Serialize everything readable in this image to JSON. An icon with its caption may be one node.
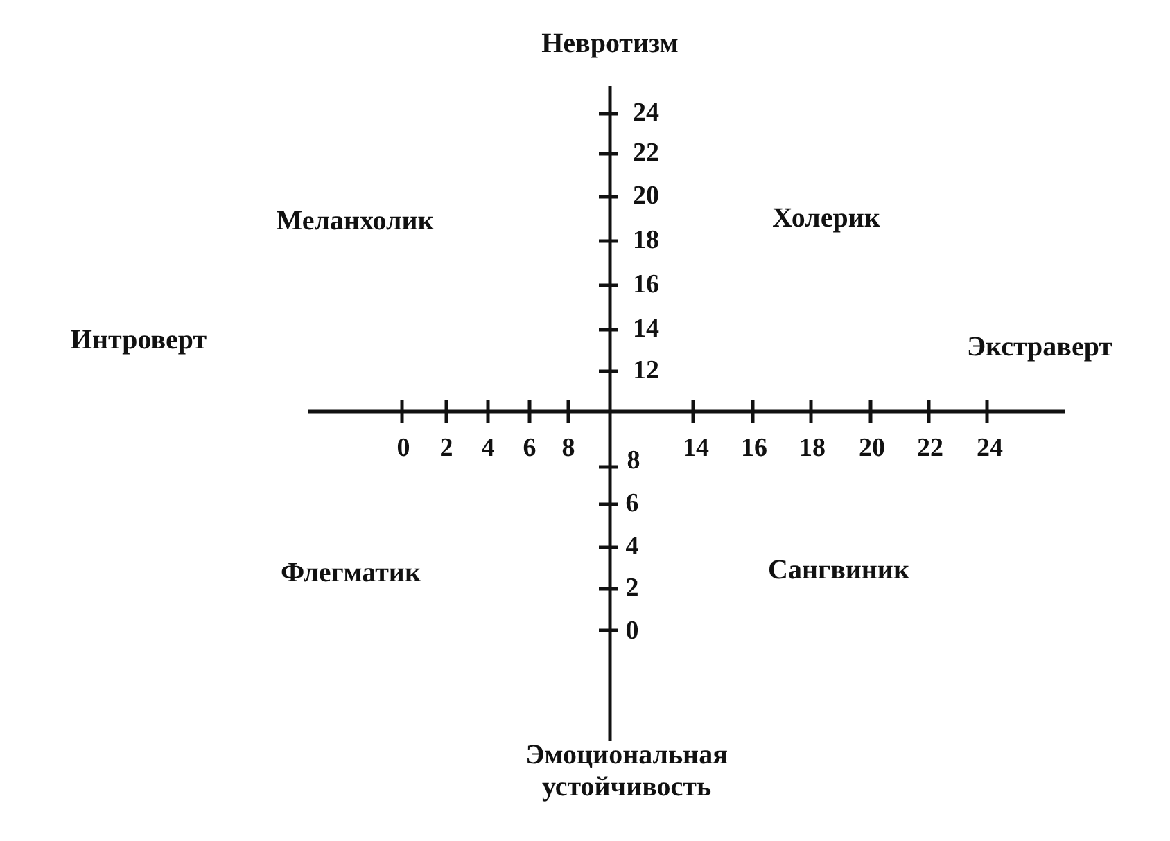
{
  "diagram": {
    "labels": [
      "Невротизм",
      "24",
      "22",
      "20",
      "Меланхолик",
      "Холерик",
      "18",
      "16",
      "14",
      "Интроверт",
      "Экстраверт",
      "12",
      "0",
      "2",
      "4",
      "6",
      "8",
      "8",
      "14",
      "16",
      "18",
      "20",
      "22",
      "24",
      "6",
      "4",
      "Флегматик",
      "Сангвиник",
      "2",
      "0",
      "Эмоциональная устойчивость"
    ]
  }
}
